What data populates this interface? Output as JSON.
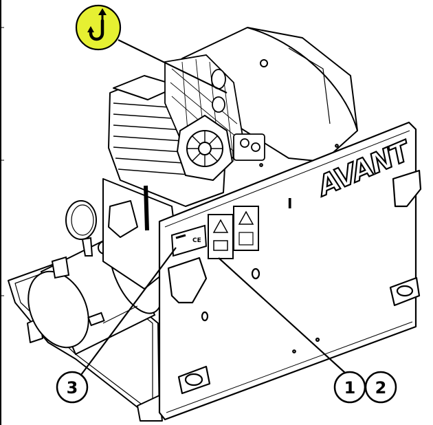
{
  "diagram": {
    "brand_text": "AVANT",
    "ce_mark": "CE",
    "panel_mark": "I",
    "lift_icon": "lifting-hook-icon",
    "callouts": [
      {
        "id": "c3",
        "text": "3"
      },
      {
        "id": "c1",
        "text": "1"
      },
      {
        "id": "c2",
        "text": "2"
      }
    ],
    "colors": {
      "hook_badge_fill": "#e6f032",
      "line": "#000000",
      "background": "#ffffff"
    }
  }
}
